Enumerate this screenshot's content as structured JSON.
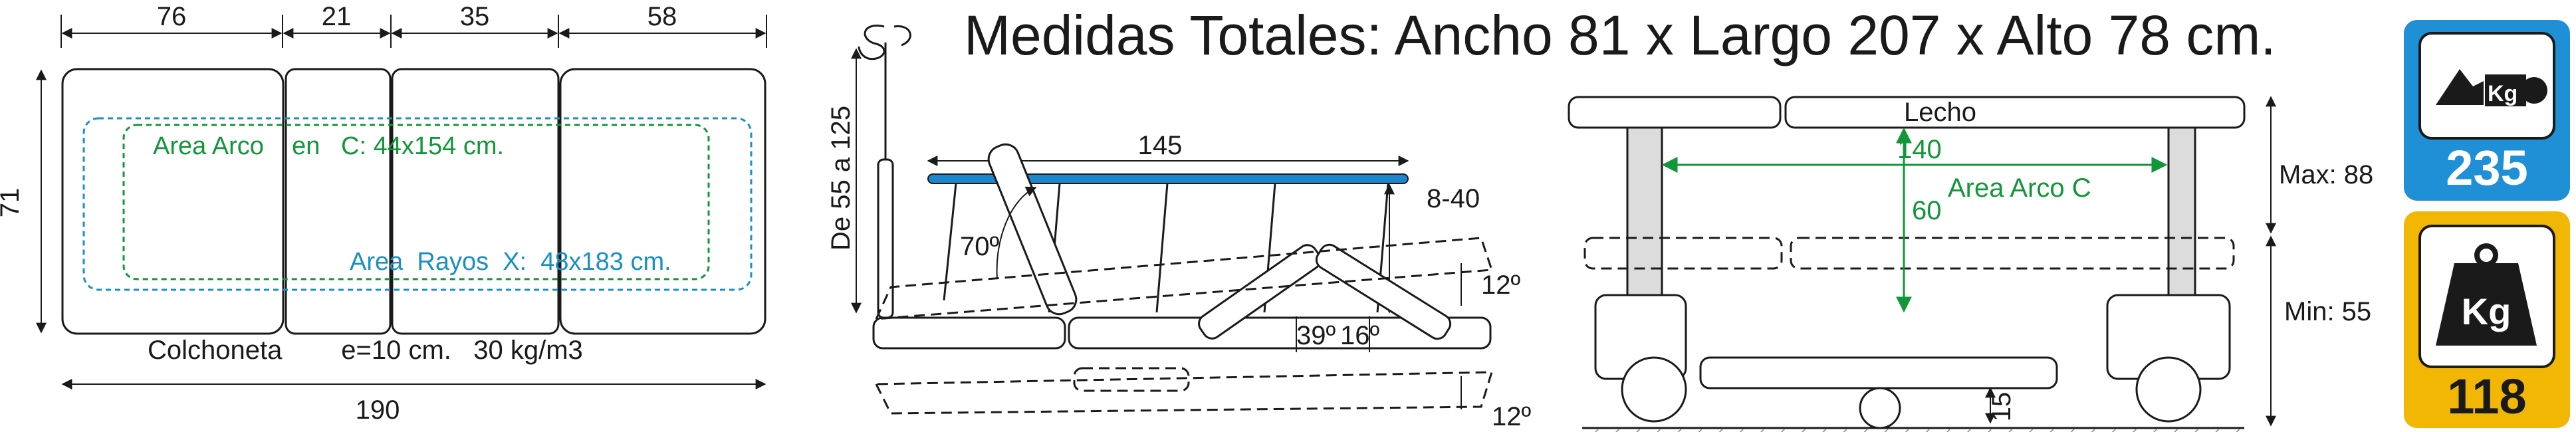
{
  "header": {
    "title": "Medidas Totales: Ancho 81 x Largo 207 x Alto 78 cm."
  },
  "top_view": {
    "segments": [
      "76",
      "21",
      "35",
      "58"
    ],
    "width_label": "71",
    "length_label": "190",
    "arc_area_label": "Area Arco    en   C: 44x154 cm.",
    "xray_area_label": "Area  Rayos  X:  48x183 cm.",
    "mattress_label": "Colchoneta        e=10 cm.   30 kg/m3",
    "colors": {
      "arc": "#12963a",
      "xray": "#1a8fc4"
    }
  },
  "side_view": {
    "rail_length": "145",
    "height_range": "De 55 a 125",
    "back_angle": "70º",
    "travel": "8-40",
    "tilt_top": "12º",
    "tilt_bottom": "12º",
    "knee_angle": "39º",
    "leg_angle": "16º"
  },
  "end_view": {
    "bed_label": "Lecho",
    "arc_width": "140",
    "arc_label": "Area Arco C",
    "arc_height": "60",
    "max_label": "Max: 88",
    "min_label": "Min: 55",
    "clearance": "15"
  },
  "badges": [
    {
      "name": "patient-load",
      "value": "235",
      "icon_text": "Kg",
      "color": "#1f8fd6"
    },
    {
      "name": "safe-working-load",
      "value": "118",
      "icon_text": "Kg",
      "color": "#f2b705"
    }
  ]
}
